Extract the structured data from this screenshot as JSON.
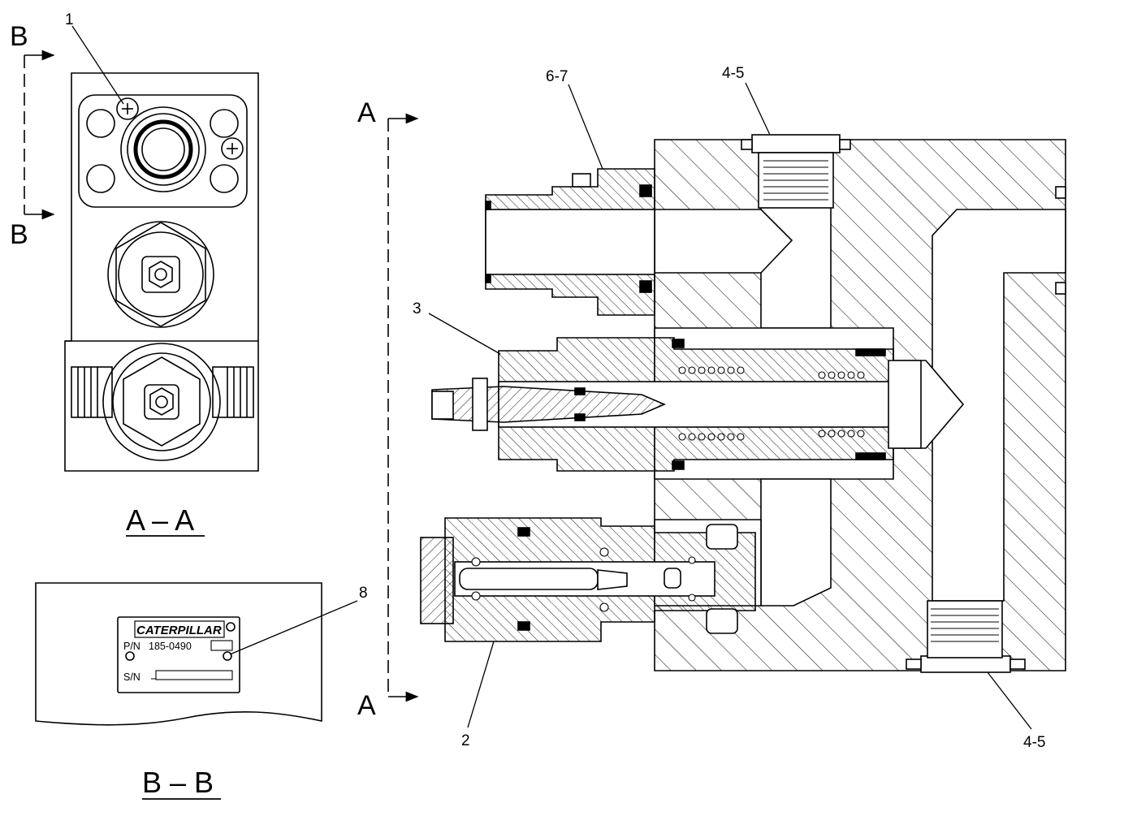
{
  "callouts": {
    "c1": "1",
    "c2": "2",
    "c3": "3",
    "c45_top": "4-5",
    "c45_bottom": "4-5",
    "c67": "6-7",
    "c8": "8"
  },
  "sections": {
    "b_top": "B",
    "b_bottom": "B",
    "a_top": "A",
    "a_bottom": "A"
  },
  "view_titles": {
    "aa": "A – A",
    "bb": "B – B"
  },
  "plate": {
    "brand": "CATERPILLAR",
    "pn_label": "P/N",
    "pn_value": "185-0490",
    "sn_label": "S/N"
  },
  "colors": {
    "ink": "#000000",
    "paper": "#ffffff"
  }
}
